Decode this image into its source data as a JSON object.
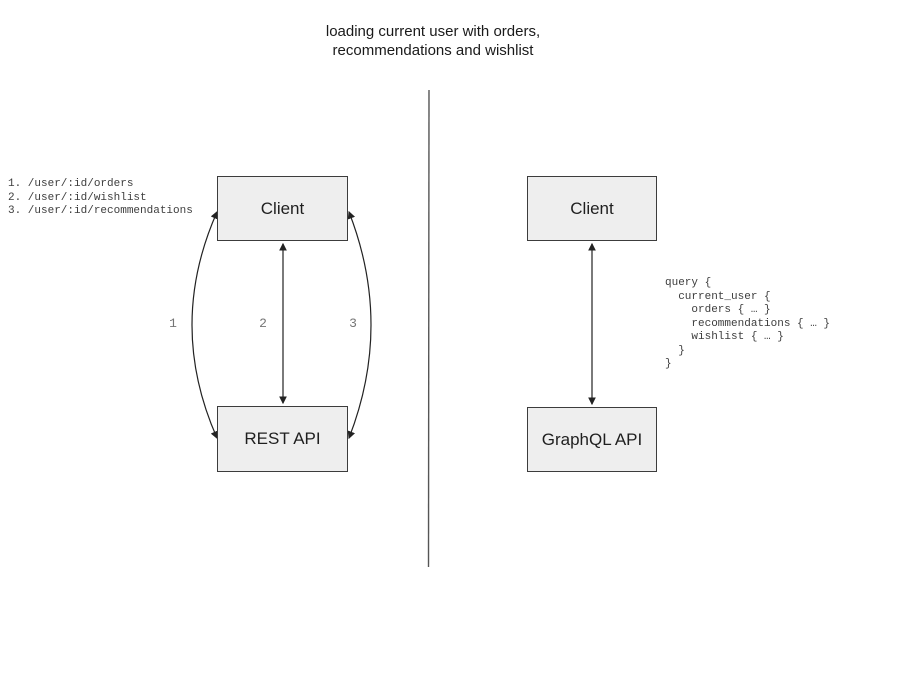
{
  "title": "loading current user with orders,\nrecommendations and wishlist",
  "left_panel": {
    "endpoints": "1. /user/:id/orders\n2. /user/:id/wishlist\n3. /user/:id/recommendations",
    "client_label": "Client",
    "api_label": "REST API",
    "arrow_labels": [
      "1",
      "2",
      "3"
    ]
  },
  "right_panel": {
    "client_label": "Client",
    "api_label": "GraphQL API",
    "query_code": "query {\n  current_user {\n    orders { … }\n    recommendations { … }\n    wishlist { … }\n  }\n}"
  },
  "colors": {
    "background": "#ffffff",
    "box_fill": "#eeeeee",
    "box_border": "#3c3c3c",
    "arrow": "#222222",
    "divider": "#555555",
    "muted_text": "#757575",
    "code_text": "#3d3d3d"
  }
}
